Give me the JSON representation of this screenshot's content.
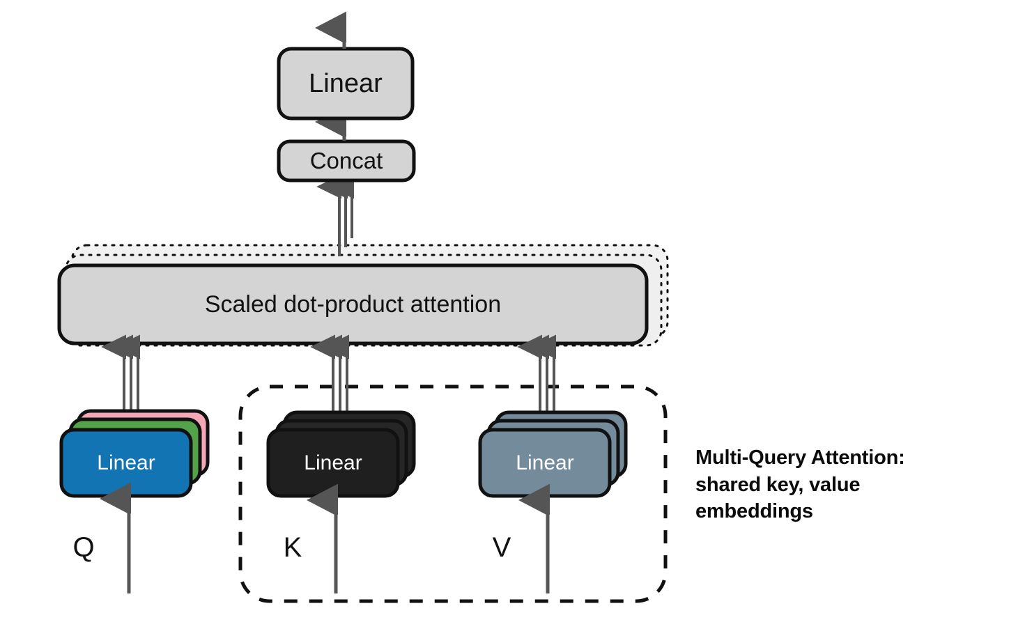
{
  "diagram": {
    "title": "Multi-Query Attention architecture diagram",
    "background_color": "#ffffff",
    "nodes": {
      "output_linear": {
        "label": "Linear",
        "fill": "#d4d4d4",
        "stroke": "#111111"
      },
      "concat": {
        "label": "Concat",
        "fill": "#d4d4d4",
        "stroke": "#111111"
      },
      "attention": {
        "label": "Scaled dot-product attention",
        "fill": "#d4d4d4",
        "stroke": "#111111",
        "stack_copies": 2,
        "stack_style": "dotted"
      },
      "query_linear": {
        "label": "Linear",
        "fill": "#1374b3",
        "text_color": "#ffffff",
        "stack_fills": [
          "#f4a7b6",
          "#54a34b"
        ]
      },
      "key_linear": {
        "label": "Linear",
        "fill": "#1f1f1f",
        "text_color": "#ffffff",
        "stack_fills": [
          "#262626",
          "#262626"
        ]
      },
      "value_linear": {
        "label": "Linear",
        "fill": "#738b9b",
        "text_color": "#ffffff",
        "stack_fills": [
          "#738b9b",
          "#738b9b"
        ]
      }
    },
    "input_labels": {
      "query": "Q",
      "key": "K",
      "value": "V"
    },
    "shared_group": {
      "style": "dashed-rounded-rectangle",
      "contains": [
        "key_linear",
        "value_linear"
      ]
    },
    "annotation": {
      "line1": "Multi-Query Attention:",
      "line2": "shared key, value",
      "line3": "embeddings"
    },
    "colors": {
      "box_gray": "#d4d4d4",
      "arrow_gray": "#555555",
      "outline_black": "#111111",
      "query_blue": "#1374b3",
      "stack_green": "#54a34b",
      "stack_pink": "#f4a7b6",
      "key_black": "#1f1f1f",
      "value_slate": "#738b9b"
    }
  }
}
